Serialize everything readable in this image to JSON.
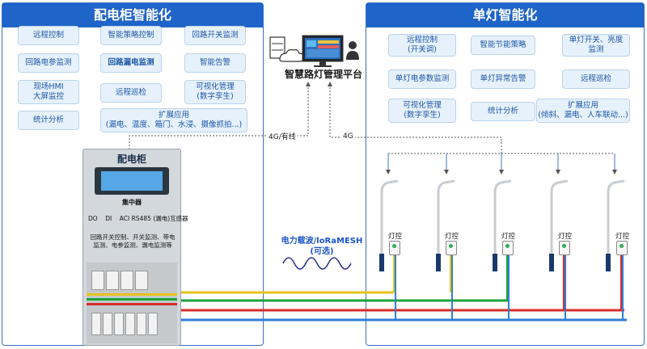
{
  "colors": {
    "header_bg": "#1f64c8",
    "box_bg": "#e6f1fb",
    "box_text": "#1c56a6",
    "wire_yellow": "#e6c31a",
    "wire_green": "#1aa33a",
    "wire_red": "#d92a2a",
    "wire_blue": "#2d7fd6"
  },
  "left_panel": {
    "title": "配电柜智能化",
    "functions": [
      "远程控制",
      "智能策略控制",
      "回路开关监测",
      "回路电参监测",
      "回路漏电监测",
      "智能告警",
      "现场HMI\n大屏监控",
      "远程巡检",
      "可视化管理\n(数字孪生)",
      "统计分析",
      "扩展应用\n(漏电、温度、箱门、水浸、摄像抓拍...)"
    ]
  },
  "right_panel": {
    "title": "单灯智能化",
    "functions": [
      "远程控制\n(开关调)",
      "智能节能策略",
      "单灯开关、亮度\n监测",
      "单灯电参数监测",
      "单灯异常告警",
      "远程巡检",
      "可视化管理\n(数字孪生)",
      "统计分析",
      "扩展应用\n(倾斜、漏电、人车联动...)"
    ]
  },
  "platform": {
    "title": "智慧路灯管理平台",
    "icons": [
      "server-icon",
      "cloud-icon",
      "monitor-icon",
      "user-icon"
    ]
  },
  "links": {
    "left": "4G/有线",
    "right": "4G"
  },
  "cabinet": {
    "title": "配电柜",
    "concentrator": "集中器",
    "ports": [
      "DO",
      "DI",
      "ACI",
      "RS485",
      "(漏电)互感器"
    ],
    "description": "回路开关控制、开关监测、带电监测、电参监测、漏电监测等"
  },
  "power_carrier": {
    "label": "电力载波/loRaMESH\n(可选)"
  },
  "poles": [
    {
      "label": "灯控"
    },
    {
      "label": "灯控"
    },
    {
      "label": "灯控"
    },
    {
      "label": "灯控"
    },
    {
      "label": "灯控"
    }
  ]
}
